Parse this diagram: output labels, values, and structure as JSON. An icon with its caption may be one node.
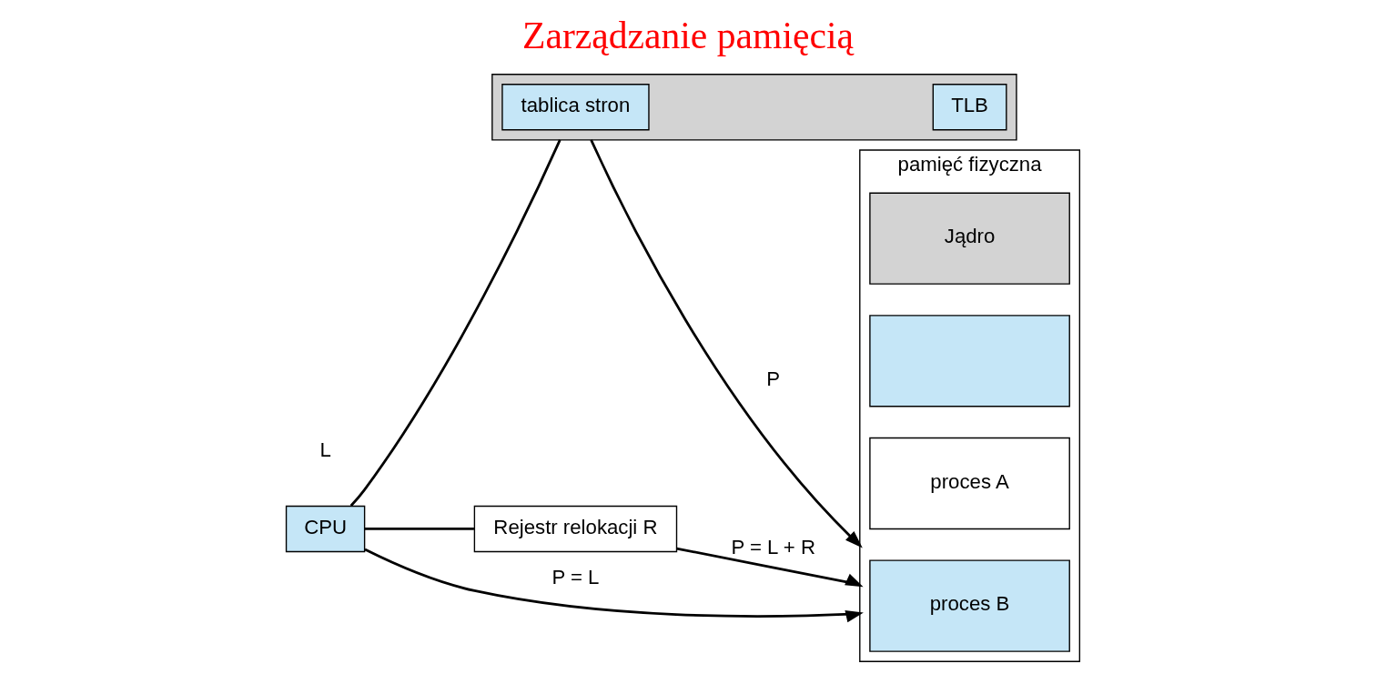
{
  "diagram": {
    "title": "Zarządzanie pamięcią",
    "nodes": [
      {
        "text": [
          "CPU"
        ]
      },
      {
        "text": [
          "Rejestr relokacji R"
        ]
      },
      {
        "text": [],
        "shape": "box"
      },
      {
        "text": [
          "tablica stron"
        ],
        "in": 2
      },
      {
        "text": [
          "TLB"
        ],
        "in": 2
      },
      {
        "text": [
          "pamięć fizyczna"
        ]
      },
      {
        "text": [
          "proces B"
        ],
        "in": 5
      },
      {
        "text": [
          "proces A"
        ],
        "in": 5
      },
      {
        "text": [],
        "shape": "box",
        "in": 5
      },
      {
        "text": [
          "Jądro"
        ],
        "in": 5
      }
    ],
    "edges": [
      {
        "from": 0,
        "to": 5,
        "arrow": "to",
        "label": "P = L"
      },
      {
        "from": 0,
        "to": 1,
        "arrow": "none"
      },
      {
        "from": 1,
        "to": 5,
        "arrow": "to",
        "label": "P = L + R"
      },
      {
        "from": 0,
        "to": 2,
        "arrow": "none"
      },
      {
        "from": 2,
        "to": 5,
        "arrow": "to",
        "label": "P"
      }
    ],
    "labels": [
      "L"
    ]
  }
}
